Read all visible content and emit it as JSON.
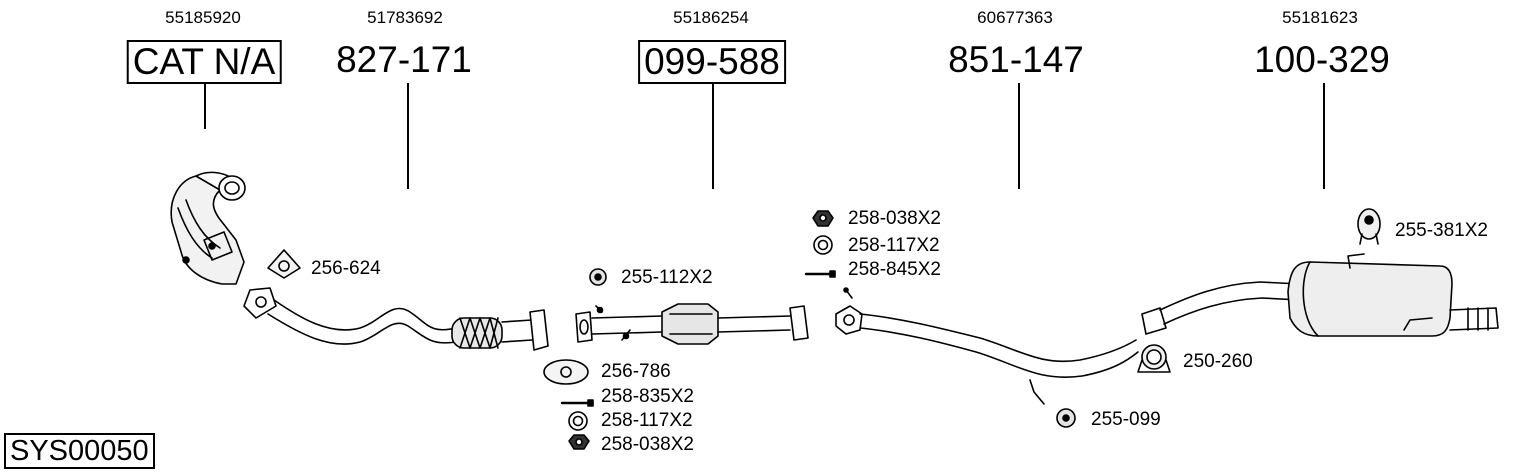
{
  "system_code": "SYS00050",
  "parts": [
    {
      "oem": "55185920",
      "number": "CAT N/A",
      "boxed": true
    },
    {
      "oem": "51783692",
      "number": "827-171",
      "boxed": false
    },
    {
      "oem": "55186254",
      "number": "099-588",
      "boxed": true
    },
    {
      "oem": "60677363",
      "number": "851-147",
      "boxed": false
    },
    {
      "oem": "55181623",
      "number": "100-329",
      "boxed": false
    }
  ],
  "accessories": [
    {
      "label": "256-624"
    },
    {
      "label": "255-112X2"
    },
    {
      "label": "256-786"
    },
    {
      "label": "258-835X2"
    },
    {
      "label": "258-117X2"
    },
    {
      "label": "258-038X2"
    },
    {
      "label": "258-038X2"
    },
    {
      "label": "258-117X2"
    },
    {
      "label": "258-845X2"
    },
    {
      "label": "250-260"
    },
    {
      "label": "255-099"
    },
    {
      "label": "255-381X2"
    }
  ]
}
